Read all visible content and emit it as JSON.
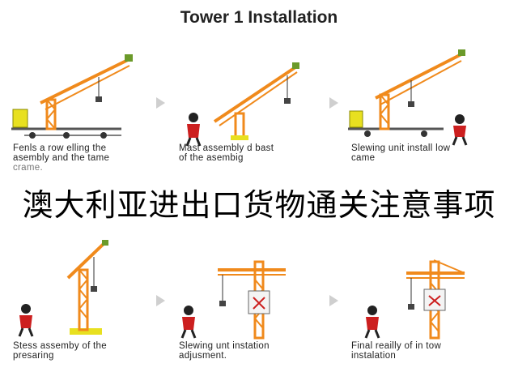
{
  "title": "Tower 1 Installation",
  "banner": "澳大利亚进出口货物通关注意事项",
  "colors": {
    "crane": "#f08a1c",
    "crane_dark": "#b85a00",
    "base": "#e8e020",
    "worker": "#cc1f1f",
    "arrow": "#cfcfcf"
  },
  "steps": [
    {
      "caption_lines": [
        "Fenls a row elling the",
        "asembly and the tame",
        "crame."
      ]
    },
    {
      "caption_lines": [
        "Mast assembly d bast",
        "of the asembig"
      ]
    },
    {
      "caption_lines": [
        "Slewing unit install low",
        "came"
      ]
    },
    {
      "caption_lines": [
        "Stess assemby of the",
        "presaring"
      ]
    },
    {
      "caption_lines": [
        "Slewing unt instation",
        "adjusment."
      ]
    },
    {
      "caption_lines": [
        "Final reailly of in tow",
        "instalation"
      ]
    }
  ]
}
